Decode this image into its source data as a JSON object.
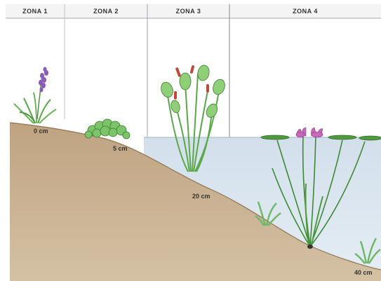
{
  "zones": [
    {
      "label": "ZONA 1"
    },
    {
      "label": "ZONA 2"
    },
    {
      "label": "ZONA 3"
    },
    {
      "label": "ZONA 4"
    }
  ],
  "depths": [
    {
      "label": "0 cm"
    },
    {
      "label": "5 cm"
    },
    {
      "label": "20 cm"
    },
    {
      "label": "40 cm"
    }
  ],
  "colors": {
    "soil": "#c7ae8c",
    "water": "#dbe6f0",
    "plant_green": "#5aa84a",
    "lily_pad": "#4f9a3c",
    "flower_pink": "#c768b8",
    "lavender": "#8a5ab5",
    "reed_red": "#c0473a"
  }
}
